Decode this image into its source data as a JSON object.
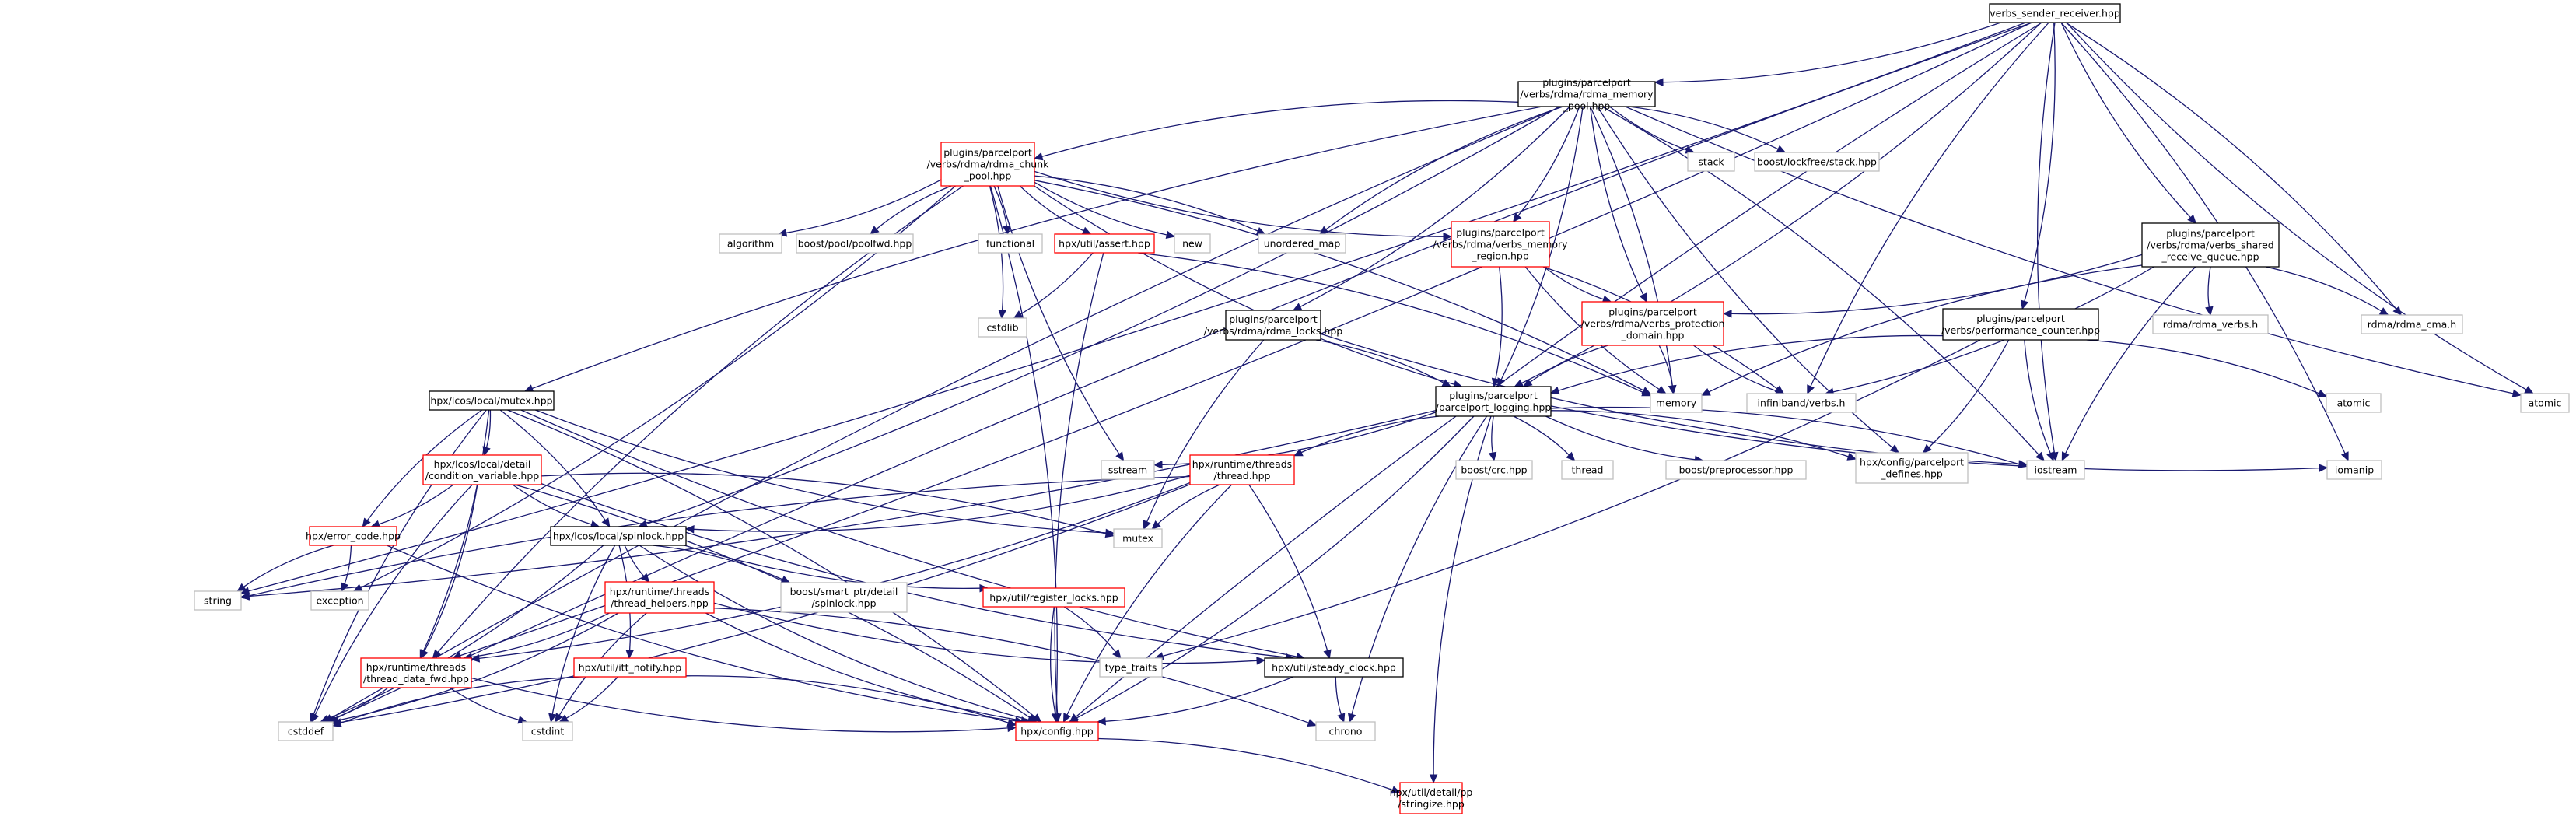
{
  "colors": {
    "edge": "#191970",
    "border_normal": "#000000",
    "border_linked": "#ff0000",
    "border_external": "#bfbfbf",
    "root_fill": "#bfbfbf",
    "text": "#000000"
  },
  "nodes": [
    {
      "id": "root",
      "lines": [
        "verbs_sender_receiver.hpp"
      ],
      "kind": "root"
    },
    {
      "id": "pool",
      "lines": [
        "plugins/parcelport",
        "/verbs/rdma/rdma_memory",
        "_pool.hpp"
      ],
      "kind": "normal"
    },
    {
      "id": "chunk",
      "lines": [
        "plugins/parcelport",
        "/verbs/rdma/rdma_chunk",
        "_pool.hpp"
      ],
      "kind": "linked"
    },
    {
      "id": "memregion",
      "lines": [
        "plugins/parcelport",
        "/verbs/rdma/verbs_memory",
        "_region.hpp"
      ],
      "kind": "linked"
    },
    {
      "id": "protdomain",
      "lines": [
        "plugins/parcelport",
        "/verbs/rdma/verbs_protection",
        "_domain.hpp"
      ],
      "kind": "linked"
    },
    {
      "id": "sharedq",
      "lines": [
        "plugins/parcelport",
        "/verbs/rdma/verbs_shared",
        "_receive_queue.hpp"
      ],
      "kind": "normal"
    },
    {
      "id": "perfcounter",
      "lines": [
        "plugins/parcelport",
        "/verbs/performance_counter.hpp"
      ],
      "kind": "normal"
    },
    {
      "id": "locks",
      "lines": [
        "plugins/parcelport",
        "/verbs/rdma/rdma_locks.hpp"
      ],
      "kind": "normal"
    },
    {
      "id": "logging",
      "lines": [
        "plugins/parcelport",
        "/parcelport_logging.hpp"
      ],
      "kind": "normal"
    },
    {
      "id": "mutexhpp",
      "lines": [
        "hpx/lcos/local/mutex.hpp"
      ],
      "kind": "normal"
    },
    {
      "id": "condvar",
      "lines": [
        "hpx/lcos/local/detail",
        "/condition_variable.hpp"
      ],
      "kind": "linked"
    },
    {
      "id": "errorcode",
      "lines": [
        "hpx/error_code.hpp"
      ],
      "kind": "linked"
    },
    {
      "id": "spinlock",
      "lines": [
        "hpx/lcos/local/spinlock.hpp"
      ],
      "kind": "normal"
    },
    {
      "id": "threadhpp",
      "lines": [
        "hpx/runtime/threads",
        "/thread.hpp"
      ],
      "kind": "linked"
    },
    {
      "id": "threadhelpers",
      "lines": [
        "hpx/runtime/threads",
        "/thread_helpers.hpp"
      ],
      "kind": "linked"
    },
    {
      "id": "threaddatafwd",
      "lines": [
        "hpx/runtime/threads",
        "/thread_data_fwd.hpp"
      ],
      "kind": "linked"
    },
    {
      "id": "ittnotify",
      "lines": [
        "hpx/util/itt_notify.hpp"
      ],
      "kind": "linked"
    },
    {
      "id": "registerlocks",
      "lines": [
        "hpx/util/register_locks.hpp"
      ],
      "kind": "linked"
    },
    {
      "id": "steadyclock",
      "lines": [
        "hpx/util/steady_clock.hpp"
      ],
      "kind": "normal"
    },
    {
      "id": "confighpp",
      "lines": [
        "hpx/config.hpp"
      ],
      "kind": "linked"
    },
    {
      "id": "stringize",
      "lines": [
        "hpx/util/detail/pp",
        "/stringize.hpp"
      ],
      "kind": "linked"
    },
    {
      "id": "asserthpp",
      "lines": [
        "hpx/util/assert.hpp"
      ],
      "kind": "linked"
    },
    {
      "id": "cfgdefines",
      "lines": [
        "hpx/config/parcelport",
        "_defines.hpp"
      ],
      "kind": "external"
    },
    {
      "id": "stack",
      "lines": [
        "stack"
      ],
      "kind": "external"
    },
    {
      "id": "lockfree",
      "lines": [
        "boost/lockfree/stack.hpp"
      ],
      "kind": "external"
    },
    {
      "id": "algorithm",
      "lines": [
        "algorithm"
      ],
      "kind": "external"
    },
    {
      "id": "poolfwd",
      "lines": [
        "boost/pool/poolfwd.hpp"
      ],
      "kind": "external"
    },
    {
      "id": "functional",
      "lines": [
        "functional"
      ],
      "kind": "external"
    },
    {
      "id": "new",
      "lines": [
        "new"
      ],
      "kind": "external"
    },
    {
      "id": "umap",
      "lines": [
        "unordered_map"
      ],
      "kind": "external"
    },
    {
      "id": "cstdlib",
      "lines": [
        "cstdlib"
      ],
      "kind": "external"
    },
    {
      "id": "rdmaverbs",
      "lines": [
        "rdma/rdma_verbs.h"
      ],
      "kind": "external"
    },
    {
      "id": "rdmacma",
      "lines": [
        "rdma/rdma_cma.h"
      ],
      "kind": "external"
    },
    {
      "id": "memory",
      "lines": [
        "memory"
      ],
      "kind": "external"
    },
    {
      "id": "ibverbs",
      "lines": [
        "infiniband/verbs.h"
      ],
      "kind": "external"
    },
    {
      "id": "atomicA",
      "lines": [
        "atomic"
      ],
      "kind": "external"
    },
    {
      "id": "atomicB",
      "lines": [
        "atomic"
      ],
      "kind": "external"
    },
    {
      "id": "sstream",
      "lines": [
        "sstream"
      ],
      "kind": "external"
    },
    {
      "id": "crc",
      "lines": [
        "boost/crc.hpp"
      ],
      "kind": "external"
    },
    {
      "id": "thread",
      "lines": [
        "thread"
      ],
      "kind": "external"
    },
    {
      "id": "preproc",
      "lines": [
        "boost/preprocessor.hpp"
      ],
      "kind": "external"
    },
    {
      "id": "iostream",
      "lines": [
        "iostream"
      ],
      "kind": "external"
    },
    {
      "id": "iomanip",
      "lines": [
        "iomanip"
      ],
      "kind": "external"
    },
    {
      "id": "mutex",
      "lines": [
        "mutex"
      ],
      "kind": "external"
    },
    {
      "id": "string",
      "lines": [
        "string"
      ],
      "kind": "external"
    },
    {
      "id": "exception",
      "lines": [
        "exception"
      ],
      "kind": "external"
    },
    {
      "id": "smartptr",
      "lines": [
        "boost/smart_ptr/detail",
        "/spinlock.hpp"
      ],
      "kind": "external"
    },
    {
      "id": "typetraits",
      "lines": [
        "type_traits"
      ],
      "kind": "external"
    },
    {
      "id": "cstddef",
      "lines": [
        "cstddef"
      ],
      "kind": "external"
    },
    {
      "id": "cstdint",
      "lines": [
        "cstdint"
      ],
      "kind": "external"
    },
    {
      "id": "chrono",
      "lines": [
        "chrono"
      ],
      "kind": "external"
    }
  ],
  "edges": [
    [
      "root",
      "pool"
    ],
    [
      "root",
      "sharedq"
    ],
    [
      "root",
      "perfcounter"
    ],
    [
      "root",
      "ibverbs"
    ],
    [
      "root",
      "rdmacma"
    ],
    [
      "root",
      "atomicB"
    ],
    [
      "root",
      "iomanip"
    ],
    [
      "root",
      "iostream"
    ],
    [
      "root",
      "logging"
    ],
    [
      "root",
      "confighpp"
    ],
    [
      "root",
      "string"
    ],
    [
      "root",
      "cstddef"
    ],
    [
      "root",
      "threaddatafwd"
    ],
    [
      "pool",
      "chunk"
    ],
    [
      "pool",
      "memregion"
    ],
    [
      "pool",
      "protdomain"
    ],
    [
      "pool",
      "locks"
    ],
    [
      "pool",
      "mutexhpp"
    ],
    [
      "pool",
      "spinlock"
    ],
    [
      "pool",
      "stack"
    ],
    [
      "pool",
      "lockfree"
    ],
    [
      "pool",
      "umap"
    ],
    [
      "pool",
      "memory"
    ],
    [
      "pool",
      "atomicB"
    ],
    [
      "pool",
      "iostream"
    ],
    [
      "pool",
      "cfgdefines"
    ],
    [
      "pool",
      "logging"
    ],
    [
      "pool",
      "cstddef"
    ],
    [
      "chunk",
      "algorithm"
    ],
    [
      "chunk",
      "poolfwd"
    ],
    [
      "chunk",
      "functional"
    ],
    [
      "chunk",
      "new"
    ],
    [
      "chunk",
      "umap"
    ],
    [
      "chunk",
      "asserthpp"
    ],
    [
      "chunk",
      "cstdlib"
    ],
    [
      "chunk",
      "memregion"
    ],
    [
      "chunk",
      "memory"
    ],
    [
      "chunk",
      "sstream"
    ],
    [
      "chunk",
      "exception"
    ],
    [
      "chunk",
      "threaddatafwd"
    ],
    [
      "chunk",
      "confighpp"
    ],
    [
      "chunk",
      "logging"
    ],
    [
      "asserthpp",
      "cstdlib"
    ],
    [
      "asserthpp",
      "confighpp"
    ],
    [
      "asserthpp",
      "memory"
    ],
    [
      "memregion",
      "protdomain"
    ],
    [
      "memregion",
      "ibverbs"
    ],
    [
      "memregion",
      "memory"
    ],
    [
      "memregion",
      "logging"
    ],
    [
      "protdomain",
      "ibverbs"
    ],
    [
      "protdomain",
      "memory"
    ],
    [
      "protdomain",
      "logging"
    ],
    [
      "sharedq",
      "protdomain"
    ],
    [
      "sharedq",
      "rdmaverbs"
    ],
    [
      "sharedq",
      "rdmacma"
    ],
    [
      "sharedq",
      "memory"
    ],
    [
      "sharedq",
      "ibverbs"
    ],
    [
      "sharedq",
      "iostream"
    ],
    [
      "perfcounter",
      "atomicA"
    ],
    [
      "perfcounter",
      "iostream"
    ],
    [
      "perfcounter",
      "cfgdefines"
    ],
    [
      "perfcounter",
      "logging"
    ],
    [
      "perfcounter",
      "typetraits"
    ],
    [
      "locks",
      "mutex"
    ],
    [
      "locks",
      "logging"
    ],
    [
      "locks",
      "iostream"
    ],
    [
      "logging",
      "sstream"
    ],
    [
      "logging",
      "crc"
    ],
    [
      "logging",
      "thread"
    ],
    [
      "logging",
      "preproc"
    ],
    [
      "logging",
      "iostream"
    ],
    [
      "logging",
      "iomanip"
    ],
    [
      "logging",
      "cfgdefines"
    ],
    [
      "logging",
      "threadhpp"
    ],
    [
      "logging",
      "string"
    ],
    [
      "logging",
      "chrono"
    ],
    [
      "logging",
      "confighpp"
    ],
    [
      "logging",
      "stringize"
    ],
    [
      "mutexhpp",
      "condvar"
    ],
    [
      "mutexhpp",
      "errorcode"
    ],
    [
      "mutexhpp",
      "spinlock"
    ],
    [
      "mutexhpp",
      "steadyclock"
    ],
    [
      "mutexhpp",
      "confighpp"
    ],
    [
      "mutexhpp",
      "cstddef"
    ],
    [
      "mutexhpp",
      "threaddatafwd"
    ],
    [
      "mutexhpp",
      "mutex"
    ],
    [
      "condvar",
      "errorcode"
    ],
    [
      "condvar",
      "spinlock"
    ],
    [
      "condvar",
      "threaddatafwd"
    ],
    [
      "condvar",
      "steadyclock"
    ],
    [
      "condvar",
      "confighpp"
    ],
    [
      "condvar",
      "cstddef"
    ],
    [
      "condvar",
      "mutex"
    ],
    [
      "errorcode",
      "string"
    ],
    [
      "errorcode",
      "exception"
    ],
    [
      "errorcode",
      "confighpp"
    ],
    [
      "threadhpp",
      "spinlock"
    ],
    [
      "threadhpp",
      "mutex"
    ],
    [
      "threadhpp",
      "steadyclock"
    ],
    [
      "threadhpp",
      "confighpp"
    ],
    [
      "threadhpp",
      "threaddatafwd"
    ],
    [
      "threadhpp",
      "string"
    ],
    [
      "threadhpp",
      "cstddef"
    ],
    [
      "spinlock",
      "threadhelpers"
    ],
    [
      "spinlock",
      "ittnotify"
    ],
    [
      "spinlock",
      "registerlocks"
    ],
    [
      "spinlock",
      "smartptr"
    ],
    [
      "spinlock",
      "confighpp"
    ],
    [
      "spinlock",
      "cstddef"
    ],
    [
      "spinlock",
      "cstdint"
    ],
    [
      "threadhelpers",
      "threaddatafwd"
    ],
    [
      "threadhelpers",
      "steadyclock"
    ],
    [
      "threadhelpers",
      "chrono"
    ],
    [
      "threadhelpers",
      "confighpp"
    ],
    [
      "threadhelpers",
      "cstddef"
    ],
    [
      "threadhelpers",
      "cstdint"
    ],
    [
      "ittnotify",
      "confighpp"
    ],
    [
      "ittnotify",
      "cstddef"
    ],
    [
      "ittnotify",
      "cstdint"
    ],
    [
      "registerlocks",
      "confighpp"
    ],
    [
      "registerlocks",
      "typetraits"
    ],
    [
      "threaddatafwd",
      "confighpp"
    ],
    [
      "threaddatafwd",
      "cstddef"
    ],
    [
      "threaddatafwd",
      "cstdint"
    ],
    [
      "steadyclock",
      "confighpp"
    ],
    [
      "steadyclock",
      "chrono"
    ],
    [
      "confighpp",
      "stringize"
    ]
  ]
}
